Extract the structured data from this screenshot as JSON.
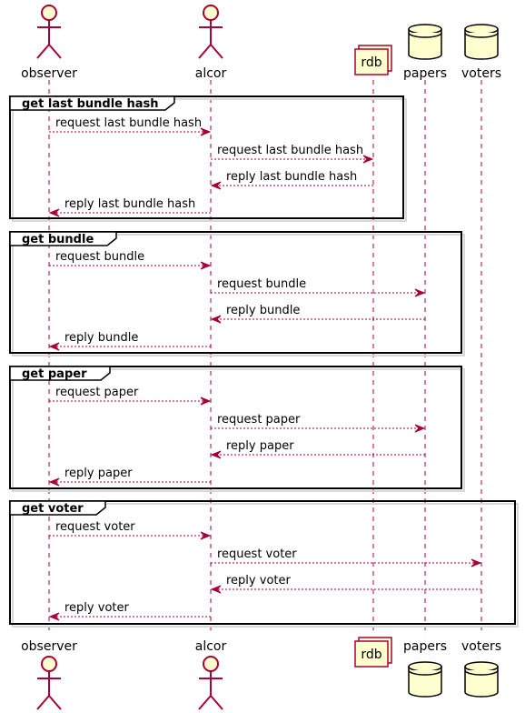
{
  "participants": [
    {
      "id": "observer",
      "label": "observer",
      "kind": "actor"
    },
    {
      "id": "alcor",
      "label": "alcor",
      "kind": "actor"
    },
    {
      "id": "rdb",
      "label": "rdb",
      "kind": "collections"
    },
    {
      "id": "papers",
      "label": "papers",
      "kind": "database"
    },
    {
      "id": "voters",
      "label": "voters",
      "kind": "database"
    }
  ],
  "groups": [
    {
      "title": "get last bundle hash",
      "messages": [
        {
          "text": "request last bundle hash",
          "from": "observer",
          "to": "alcor"
        },
        {
          "text": "request last bundle hash",
          "from": "alcor",
          "to": "rdb"
        },
        {
          "text": "reply last bundle hash",
          "from": "rdb",
          "to": "alcor"
        },
        {
          "text": "reply last bundle hash",
          "from": "alcor",
          "to": "observer"
        }
      ]
    },
    {
      "title": "get bundle",
      "messages": [
        {
          "text": "request bundle",
          "from": "observer",
          "to": "alcor"
        },
        {
          "text": "request bundle",
          "from": "alcor",
          "to": "papers"
        },
        {
          "text": "reply bundle",
          "from": "papers",
          "to": "alcor"
        },
        {
          "text": "reply bundle",
          "from": "alcor",
          "to": "observer"
        }
      ]
    },
    {
      "title": "get paper",
      "messages": [
        {
          "text": "request paper",
          "from": "observer",
          "to": "alcor"
        },
        {
          "text": "request paper",
          "from": "alcor",
          "to": "papers"
        },
        {
          "text": "reply paper",
          "from": "papers",
          "to": "alcor"
        },
        {
          "text": "reply paper",
          "from": "alcor",
          "to": "observer"
        }
      ]
    },
    {
      "title": "get voter",
      "messages": [
        {
          "text": "request voter",
          "from": "observer",
          "to": "alcor"
        },
        {
          "text": "request voter",
          "from": "alcor",
          "to": "voters"
        },
        {
          "text": "reply voter",
          "from": "voters",
          "to": "alcor"
        },
        {
          "text": "reply voter",
          "from": "alcor",
          "to": "observer"
        }
      ]
    }
  ],
  "colors": {
    "participant_fill": "#FEFECE",
    "participant_border": "#A80036",
    "arrow": "#A80036"
  }
}
